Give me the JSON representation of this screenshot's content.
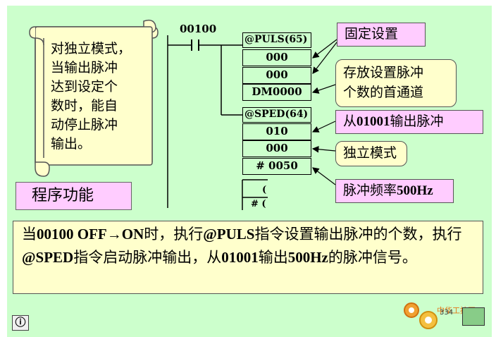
{
  "scroll": {
    "lines": [
      "对独立模式，",
      "当输出脉冲",
      "达到设定个",
      "数时，能自",
      "动停止脉冲",
      "输出。"
    ]
  },
  "function_label": "程序功能",
  "ladder": {
    "contact_address": "00100",
    "puls": {
      "head": "@PULS(65)",
      "operands": [
        "000",
        "000",
        "DM0000"
      ]
    },
    "sped": {
      "head": "@SPED(64)",
      "operands": [
        "010",
        "000",
        "# 0050"
      ]
    },
    "clipped_cells": [
      "(",
      "# ("
    ]
  },
  "callouts": {
    "fixed_setting": "固定设置",
    "store_first_channel": [
      "存放设置脉冲",
      "个数的首通道"
    ],
    "output_from": {
      "pre": "从",
      "num": "01001",
      "post": "输出脉冲"
    },
    "independent_mode": "独立模式",
    "pulse_freq": {
      "pre": "脉冲频率",
      "num": "500Hz"
    }
  },
  "description": {
    "p1": "当",
    "b1": "00100 OFF→ON",
    "p2": "时，执行",
    "b2": "@PULS",
    "p3": "指令设置输出脉冲的个数，执行",
    "b3": "@SPED",
    "p4": "指令启动脉冲输出，从",
    "b4": "01001",
    "p5": "输出",
    "b5": "500Hz",
    "p6": "的脉冲信号。"
  },
  "footer": {
    "info_glyph": "ⓘ",
    "page_number": "334",
    "watermark": "中华工控网"
  },
  "colors": {
    "background": "#ccffcc",
    "callout_pink": "#ffccff",
    "note_yellow": "#ffffcc"
  }
}
